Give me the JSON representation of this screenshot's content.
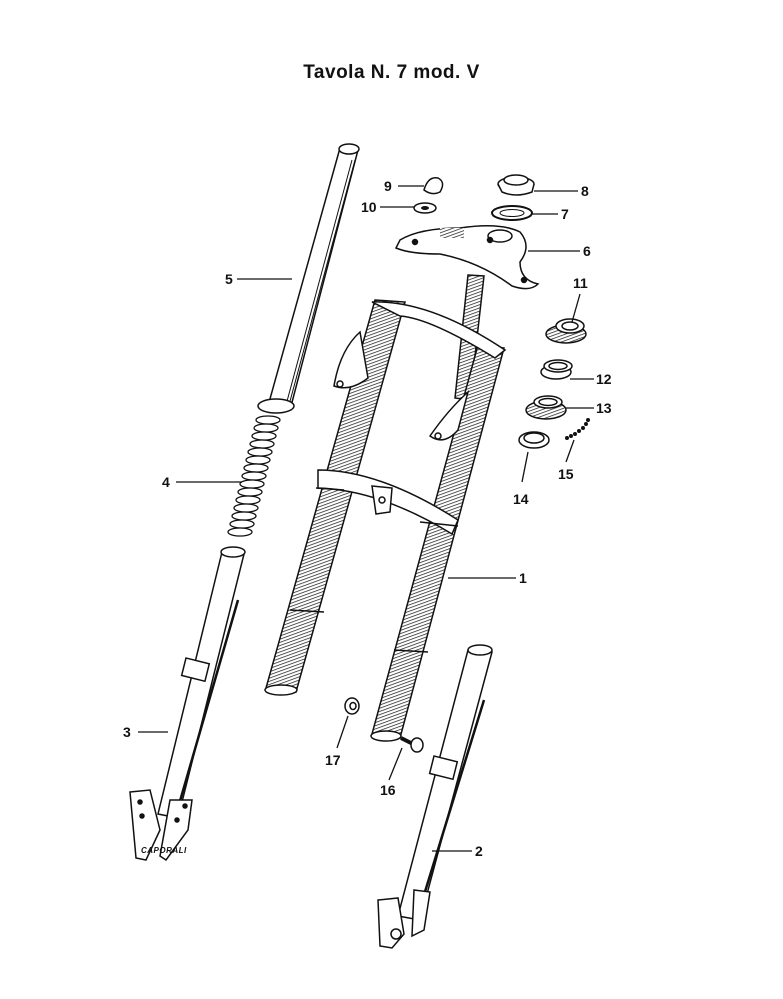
{
  "title": "Tavola N. 7 mod. V",
  "brand_signature": "CAPORALI",
  "diagram": {
    "type": "exploded-parts-diagram",
    "subject": "motorcycle telescopic front fork",
    "parts": [
      {
        "number": "1",
        "name": "fork-main-assembly"
      },
      {
        "number": "2",
        "name": "right-fork-slider"
      },
      {
        "number": "3",
        "name": "left-fork-slider"
      },
      {
        "number": "4",
        "name": "fork-spring"
      },
      {
        "number": "5",
        "name": "fork-stanchion-tube"
      },
      {
        "number": "6",
        "name": "top-yoke-bridge"
      },
      {
        "number": "7",
        "name": "washer"
      },
      {
        "number": "8",
        "name": "steering-nut"
      },
      {
        "number": "9",
        "name": "cap-nut"
      },
      {
        "number": "10",
        "name": "small-washer"
      },
      {
        "number": "11",
        "name": "upper-bearing-cup"
      },
      {
        "number": "12",
        "name": "upper-bearing-cone"
      },
      {
        "number": "13",
        "name": "lower-bearing-cup"
      },
      {
        "number": "14",
        "name": "lower-bearing-cone"
      },
      {
        "number": "15",
        "name": "ball-bearings"
      },
      {
        "number": "16",
        "name": "bolt"
      },
      {
        "number": "17",
        "name": "nut"
      }
    ]
  },
  "colors": {
    "ink": "#111111",
    "paper": "#ffffff"
  }
}
